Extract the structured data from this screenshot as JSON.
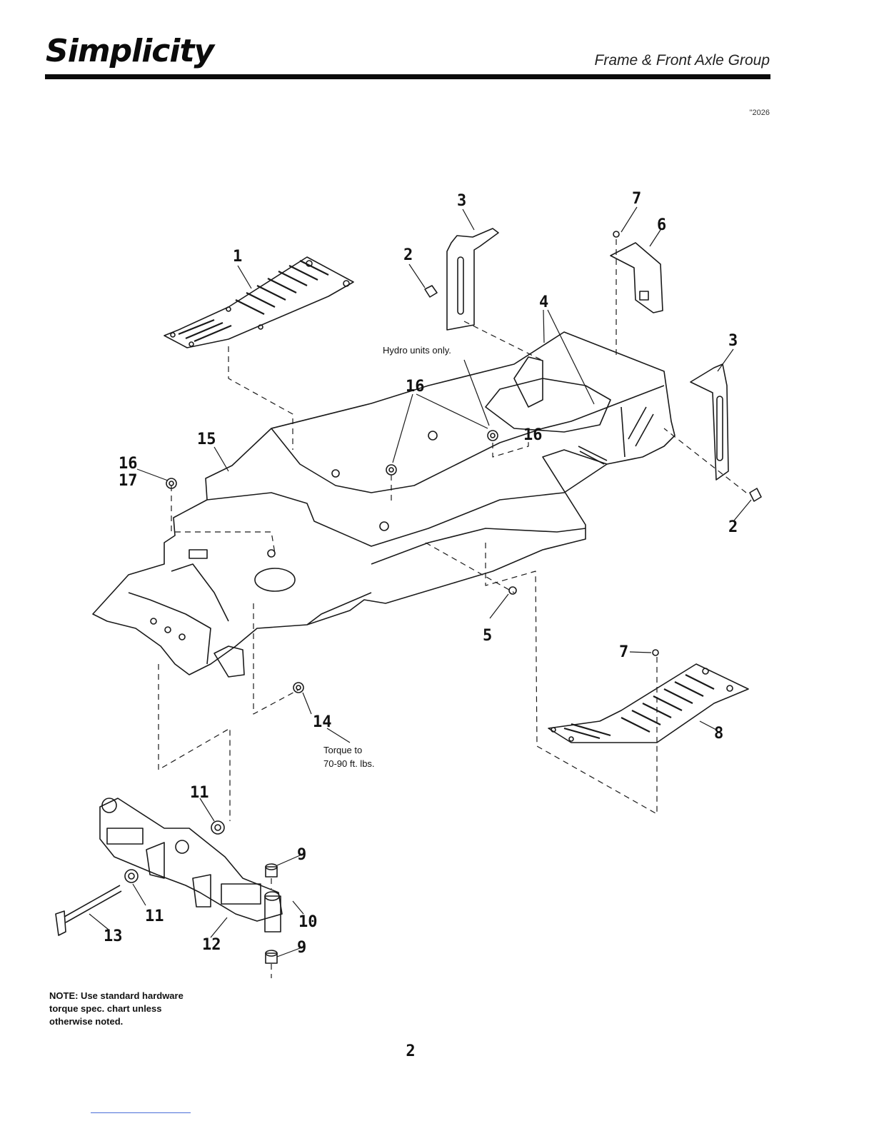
{
  "header": {
    "brand": "Simplicity",
    "section_title": "Frame & Front Axle Group",
    "doc_code": "\"2026"
  },
  "diagram": {
    "callouts": [
      "1",
      "2",
      "3",
      "2",
      "3",
      "4",
      "5",
      "6",
      "7",
      "7",
      "8",
      "9",
      "9",
      "10",
      "11",
      "11",
      "12",
      "13",
      "14",
      "15",
      "16",
      "17",
      "16",
      "16"
    ],
    "hydro_note": "Hydro units only.",
    "torque_note_line1": "Torque to",
    "torque_note_line2": "70-90 ft. lbs."
  },
  "footer": {
    "note": "NOTE: Use standard hardware\ntorque spec. chart unless\notherwise noted.",
    "page_number": "2"
  }
}
